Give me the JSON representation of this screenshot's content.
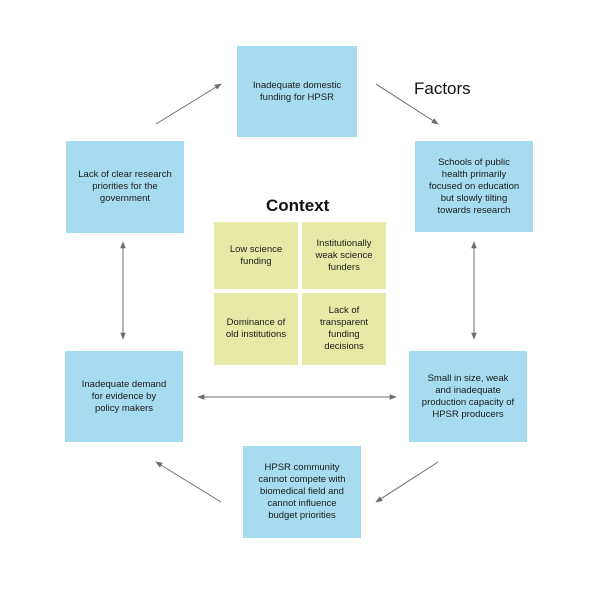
{
  "colors": {
    "factor_box": "#a7dbef",
    "context_box": "#e6eaa6",
    "arrow": "#6d6d6d"
  },
  "headings": {
    "context": "Context",
    "factors": "Factors"
  },
  "factors": {
    "top": "Inadequate domestic\nfunding for HPSR",
    "right_upper": "Schools of public\nhealth primarily\nfocused on education\nbut slowly tilting\ntowards research",
    "right_lower": "Small in size, weak\nand inadequate\nproduction capacity of\nHPSR producers",
    "bottom": "HPSR community\ncannot compete with\nbiomedical field and\ncannot influence\nbudget priorities",
    "left_lower": "Inadequate demand\nfor evidence by\npolicy makers",
    "left_upper": "Lack of clear research\npriorities for the\ngovernment"
  },
  "context": {
    "top_left": "Low science\nfunding",
    "top_right": "Institutionally\nweak science\nfunders",
    "bottom_left": "Dominance of\nold institutions",
    "bottom_right": "Lack of\ntransparent\nfunding\ndecisions"
  }
}
